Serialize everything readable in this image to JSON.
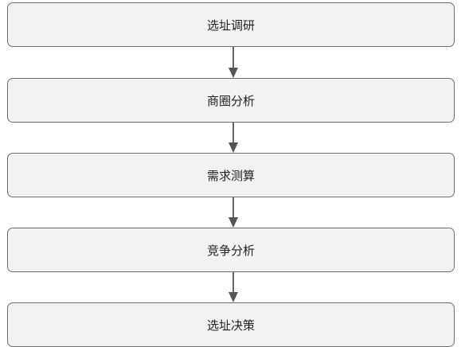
{
  "flowchart": {
    "steps": [
      {
        "label": "选址调研"
      },
      {
        "label": "商圈分析"
      },
      {
        "label": "需求测算"
      },
      {
        "label": "竞争分析"
      },
      {
        "label": "选址决策"
      }
    ]
  },
  "colors": {
    "box_fill": "#f2f2f2",
    "box_border": "#6e6e6e",
    "arrow": "#555555",
    "text": "#222222"
  }
}
